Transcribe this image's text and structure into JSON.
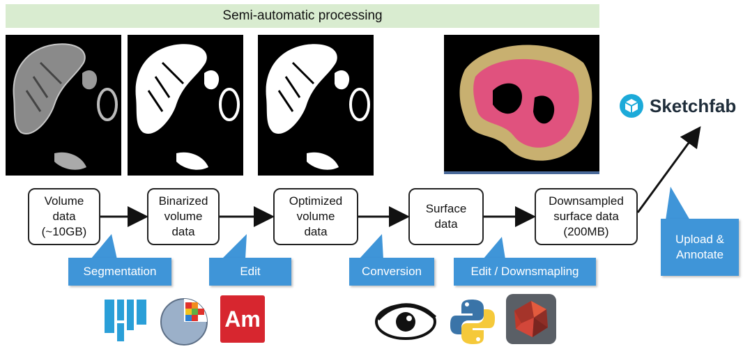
{
  "banner": "Semi-automatic processing",
  "steps": [
    {
      "lines": [
        "Volume",
        "data",
        "(~10GB)"
      ]
    },
    {
      "lines": [
        "Binarized",
        "volume",
        "data"
      ]
    },
    {
      "lines": [
        "Optimized",
        "volume",
        "data"
      ]
    },
    {
      "lines": [
        "Surface",
        "data"
      ]
    },
    {
      "lines": [
        "Downsampled",
        "surface data",
        "(200MB)"
      ]
    }
  ],
  "callouts": {
    "segmentation": "Segmentation",
    "edit": "Edit",
    "conversion": "Conversion",
    "edit_downsampling": "Edit / Downsmapling",
    "upload_line1": "Upload &",
    "upload_line2": "Annotate"
  },
  "sketchfab": "Sketchfab",
  "software_icons": {
    "amira": "Am"
  },
  "colors": {
    "banner_bg": "#d9ecd0",
    "callout": "#3f95d8",
    "sketchfab": "#1caad9",
    "amira": "#d7262f",
    "python_blue": "#3a74a8",
    "python_yellow": "#f5c93a",
    "fiji": "#2a9fd8"
  }
}
